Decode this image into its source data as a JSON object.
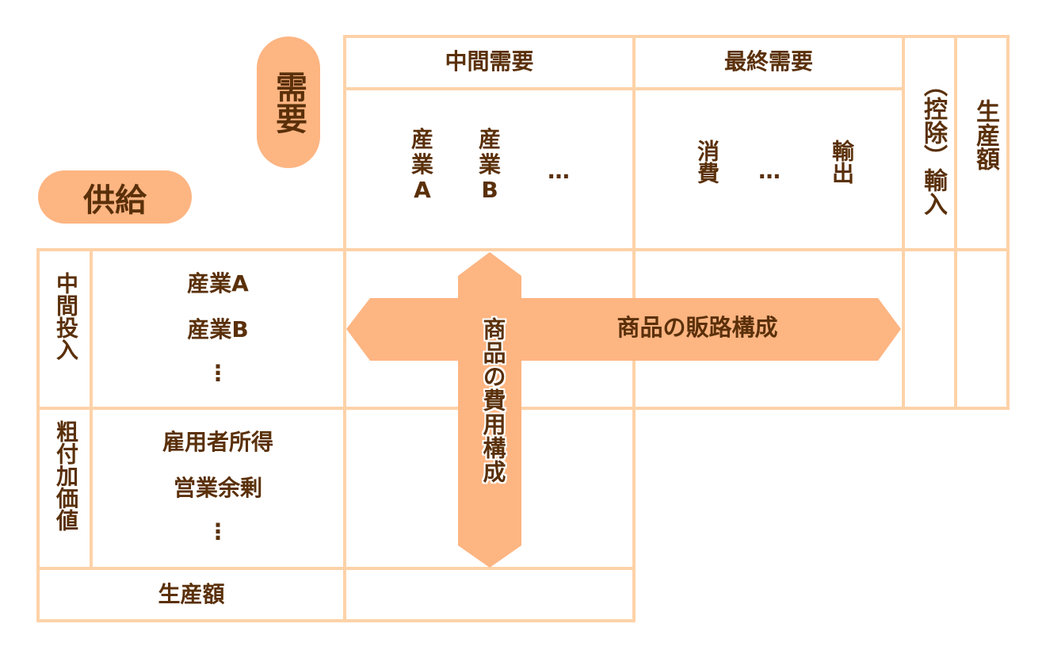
{
  "colors": {
    "grid": "#fdd2a8",
    "accent": "#fdb582",
    "text": "#5a300a"
  },
  "labels": {
    "demand": "需要",
    "supply": "供給"
  },
  "header": {
    "intermediate_demand": "中間需要",
    "final_demand": "最終需要",
    "imports": "（控除）輸入",
    "output": "生産額",
    "industry_a": "産業A",
    "industry_b": "産業B",
    "ellipsis1": "…",
    "consumption": "消費",
    "ellipsis2": "…",
    "exports": "輸出"
  },
  "rows": {
    "intermediate_input": "中間投入",
    "industry_a": "産業A",
    "industry_b": "産業B",
    "vdots1": "⋮",
    "value_added": "粗付加価値",
    "employee_income": "雇用者所得",
    "operating_surplus": "営業余剰",
    "vdots2": "⋮",
    "output": "生産額"
  },
  "arrows": {
    "sales_structure": "商品の販路構成",
    "cost_structure": "商品の費用構成"
  }
}
